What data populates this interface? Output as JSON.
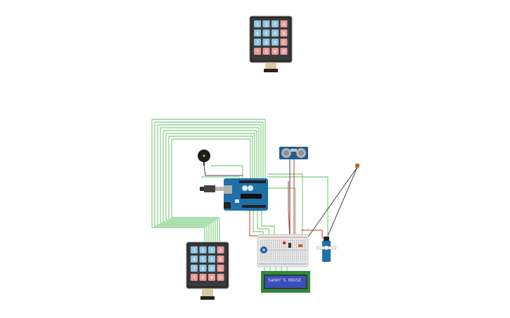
{
  "lcd": {
    "line1": "SaHAY'S HOUSE",
    "line2": ""
  },
  "keypad": {
    "keys": [
      [
        "1",
        "2",
        "3",
        "A"
      ],
      [
        "4",
        "5",
        "6",
        "B"
      ],
      [
        "7",
        "8",
        "9",
        "C"
      ],
      [
        "*",
        "0",
        "#",
        "D"
      ]
    ]
  },
  "colors": {
    "wire_green": "#5cbf5c",
    "wire_red": "#d62a2a",
    "wire_dark": "#444444",
    "arduino_blue": "#1f6fa8",
    "key_blue": "#8fc2e0",
    "key_red": "#e89a9a",
    "lcd_screen": "#3c4fb8",
    "pcb_green": "#2e8b3a"
  },
  "components": [
    "keypad",
    "keypad",
    "arduino-uno",
    "buzzer",
    "ultrasonic-sensor",
    "breadboard",
    "lcd-16x2",
    "servo",
    "potentiometer",
    "photoresistor"
  ]
}
